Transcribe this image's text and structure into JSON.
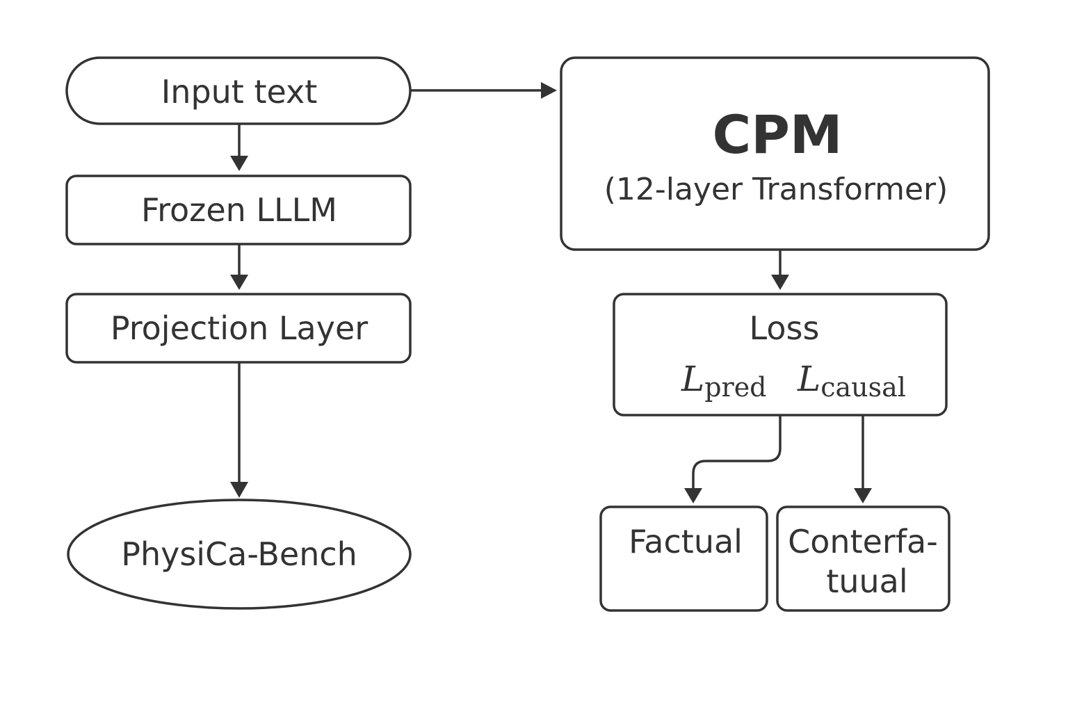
{
  "nodes": {
    "input": {
      "label": "Input text"
    },
    "frozen_llm": {
      "label": "Frozen LLLM"
    },
    "projection": {
      "label": "Projection Layer"
    },
    "benchmark": {
      "label": "PhysiCa-Bench"
    },
    "cpm": {
      "title": "CPM",
      "subtitle": "(12-layer Transformer)"
    },
    "loss": {
      "title": "Loss",
      "terms": [
        {
          "symbol": "L",
          "subscript": "pred"
        },
        {
          "symbol": "L",
          "subscript": "causal"
        }
      ]
    },
    "factual": {
      "label": "Factual"
    },
    "counterfactual": {
      "label_line1": "Conterfa-",
      "label_line2": "tuual"
    }
  },
  "colors": {
    "stroke": "#333333",
    "background": "#ffffff"
  }
}
